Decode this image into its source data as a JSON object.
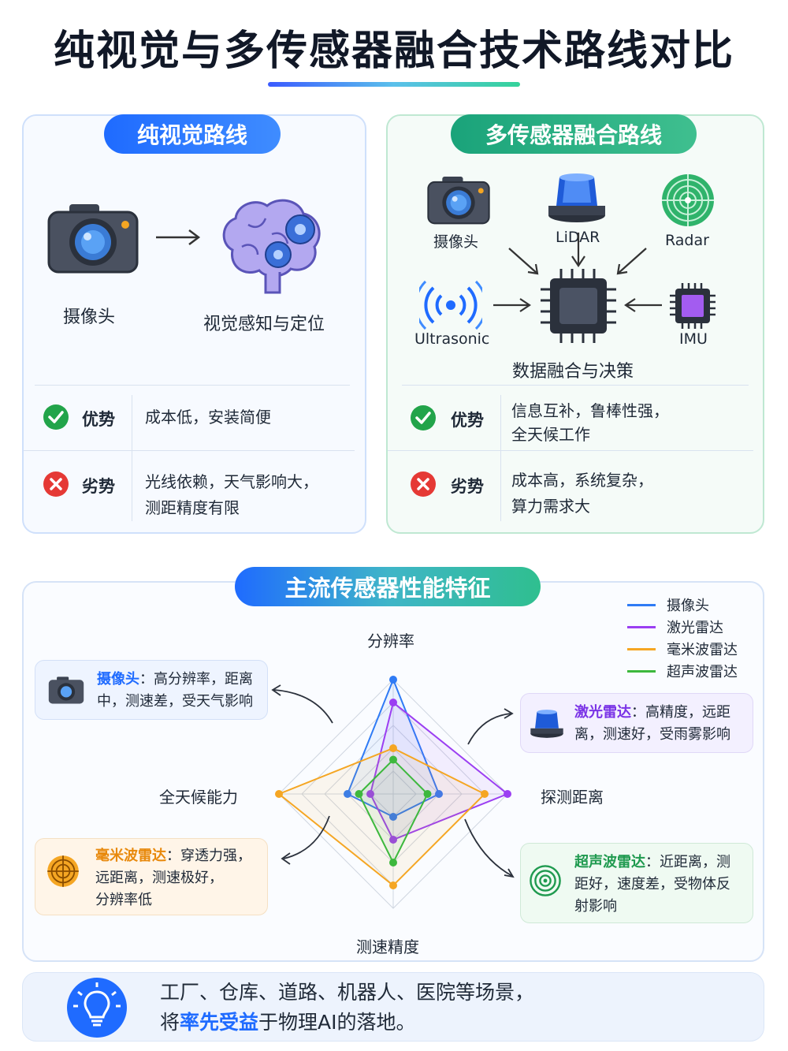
{
  "title": "纯视觉与多传感器融合技术路线对比",
  "vision": {
    "header": "纯视觉路线",
    "camera_label": "摄像头",
    "output_label": "视觉感知与定位",
    "advantage_key": "优势",
    "advantage_text": "成本低，安装简便",
    "disadvantage_key": "劣势",
    "disadvantage_lines": [
      "光线依赖，天气影响大，",
      "测距精度有限"
    ]
  },
  "fusion": {
    "header": "多传感器融合路线",
    "sensors": {
      "camera": "摄像头",
      "lidar": "LiDAR",
      "radar": "Radar",
      "ultrasonic": "Ultrasonic",
      "imu": "IMU"
    },
    "center_label": "数据融合与决策",
    "advantage_key": "优势",
    "advantage_lines": [
      "信息互补，鲁棒性强，",
      "全天候工作"
    ],
    "disadvantage_key": "劣势",
    "disadvantage_lines": [
      "成本高，系统复杂，",
      "算力需求大"
    ]
  },
  "radar_section": {
    "header": "主流传感器性能特征",
    "axes": [
      "分辨率",
      "探测距离",
      "测速精度",
      "全天候能力"
    ],
    "legend": [
      {
        "name": "摄像头",
        "color": "#2f7bf5"
      },
      {
        "name": "激光雷达",
        "color": "#9b3ff2"
      },
      {
        "name": "毫米波雷达",
        "color": "#f5a623"
      },
      {
        "name": "超声波雷达",
        "color": "#3db83d"
      }
    ],
    "notes": {
      "camera": {
        "title": "摄像头",
        "rest": "：高分辨率，距离",
        "line2": "中，测速差，受天气影响",
        "color": "#1f6bff"
      },
      "lidar": {
        "title": "激光雷达",
        "rest": "：高精度，远距",
        "line2": "离，测速好，受雨雾影响",
        "color": "#7a33e6"
      },
      "mmwave": {
        "title": "毫米波雷达",
        "rest": "：穿透力强，",
        "line2": "远距离，测速极好，",
        "line3": "分辨率低",
        "color": "#e8890c"
      },
      "ultrasonic": {
        "title": "超声波雷达",
        "rest": "：近距离，测",
        "line2": "距好，速度差，受物体反",
        "line3": "射影响",
        "color": "#1f9a4f"
      }
    }
  },
  "chart_data": {
    "type": "radar",
    "axes": [
      "分辨率",
      "探测距离",
      "测速精度",
      "全天候能力"
    ],
    "range": [
      0,
      5
    ],
    "series": [
      {
        "name": "摄像头",
        "values": [
          5,
          2,
          1,
          2
        ],
        "color": "#2f7bf5"
      },
      {
        "name": "激光雷达",
        "values": [
          4,
          5,
          2,
          1
        ],
        "color": "#9b3ff2"
      },
      {
        "name": "毫米波雷达",
        "values": [
          2,
          4,
          4,
          5
        ],
        "color": "#f5a623"
      },
      {
        "name": "超声波雷达",
        "values": [
          1.5,
          1.5,
          3,
          1.5
        ],
        "color": "#3db83d"
      }
    ]
  },
  "footer": {
    "line1": "工厂、仓库、道路、机器人、医院等场景，",
    "line2_pre": "将",
    "line2_hl": "率先受益",
    "line2_post": "于物理AI的落地。"
  }
}
